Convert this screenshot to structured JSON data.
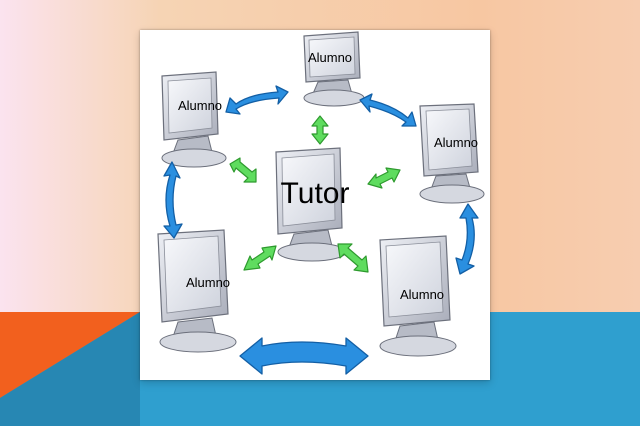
{
  "diagram": {
    "center_label": "Tutor",
    "node_labels": [
      "Alumno",
      "Alumno",
      "Alumno",
      "Alumno",
      "Alumno"
    ]
  },
  "colors": {
    "background_top": "#fbe3ef",
    "background_peach": "#f7c8a6",
    "background_teal": "#2f9fcf",
    "background_orange": "#f2601e",
    "card": "#ffffff",
    "blue_arrow": "#2a8fe0",
    "green_arrow": "#5fdc5f",
    "monitor": "#c9ccd6"
  }
}
